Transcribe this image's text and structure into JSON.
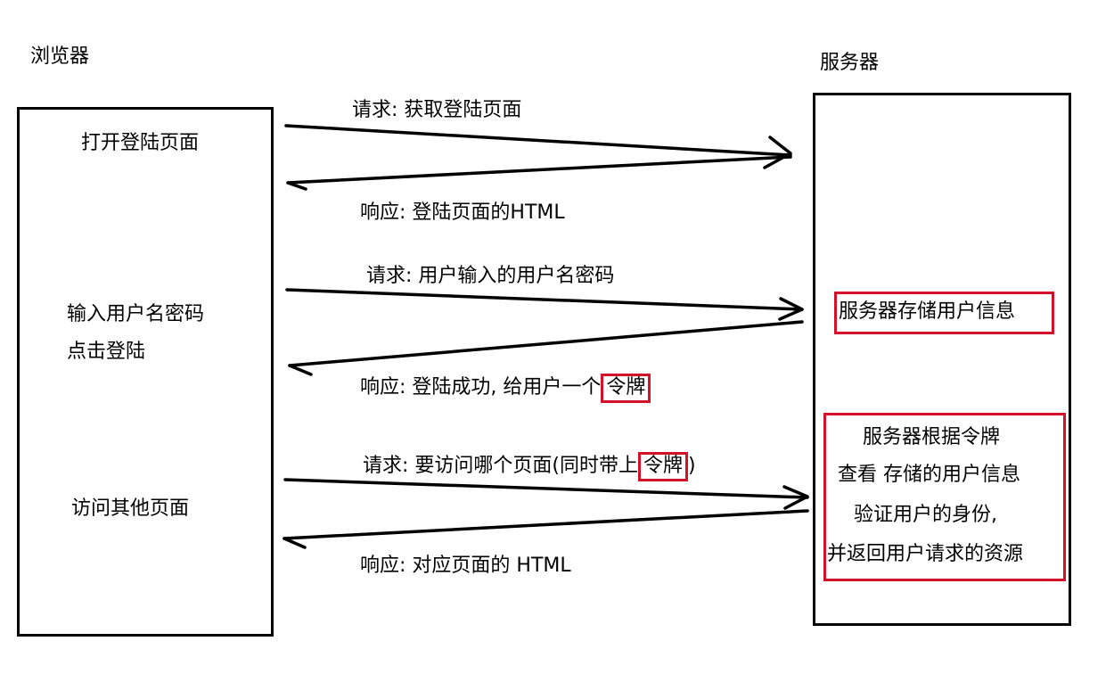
{
  "browser": {
    "title": "浏览器",
    "actions": [
      "打开登陆页面",
      "输入用户名密码",
      "点击登陆",
      "访问其他页面"
    ]
  },
  "server": {
    "title": "服务器",
    "store_note": "服务器存储用户信息",
    "verify_note": [
      "服务器根据令牌",
      "查看 存储的用户信息",
      "验证用户的身份,",
      "并返回用户请求的资源"
    ]
  },
  "messages": {
    "req1": "请求: 获取登陆页面",
    "resp1": "响应: 登陆页面的HTML",
    "req2": "请求: 用户输入的用户名密码",
    "resp2_prefix": "响应: 登陆成功, 给用户一个",
    "resp2_token": "令牌",
    "req3_prefix": "请求: 要访问哪个页面(同时带上",
    "req3_token": "令牌",
    "req3_suffix": ")",
    "resp3": "响应: 对应页面的 HTML"
  },
  "colors": {
    "highlight": "#d3122a",
    "line": "#000000"
  }
}
